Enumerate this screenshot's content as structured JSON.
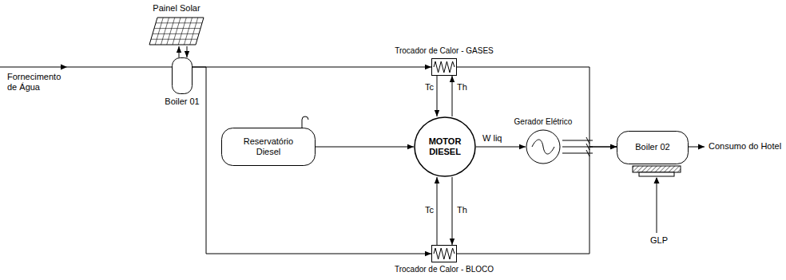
{
  "diagram": {
    "nodes": [
      {
        "text": [
          "Painel Solar"
        ]
      },
      {
        "text": [
          "Boiler 01"
        ]
      },
      {
        "text": [
          "Trocador de Calor - GASES"
        ]
      },
      {
        "text": [
          "Reservatório Diesel"
        ]
      },
      {
        "text": [
          "MOTOR DIESEL"
        ]
      },
      {
        "text": [
          "Gerador Elétrico"
        ]
      },
      {
        "text": [
          "Trocador de Calor - BLOCO"
        ]
      },
      {
        "text": [
          "Boiler 02"
        ]
      }
    ],
    "edges": [
      {
        "from": 1,
        "to": 0,
        "arrow": "to"
      },
      {
        "from": 0,
        "to": 1,
        "arrow": "to"
      },
      {
        "from": 1,
        "to": 2,
        "arrow": "to"
      },
      {
        "from": 1,
        "to": 6,
        "arrow": "to"
      },
      {
        "from": 2,
        "to": 4,
        "label": "Tc",
        "arrow": "to"
      },
      {
        "from": 4,
        "to": 2,
        "label": "Th",
        "arrow": "to"
      },
      {
        "from": 6,
        "to": 4,
        "label": "Tc",
        "arrow": "to"
      },
      {
        "from": 4,
        "to": 6,
        "label": "Th",
        "arrow": "to"
      },
      {
        "from": 3,
        "to": 4,
        "arrow": "to"
      },
      {
        "from": 4,
        "to": 5,
        "label": "W liq",
        "arrow": "to"
      },
      {
        "from": 2,
        "to": 7,
        "arrow": "to"
      },
      {
        "from": 6,
        "to": 7,
        "arrow": "to"
      }
    ],
    "labels": [
      "Fornecimento de Água",
      "Consumo do Hotel",
      "GLP"
    ]
  }
}
